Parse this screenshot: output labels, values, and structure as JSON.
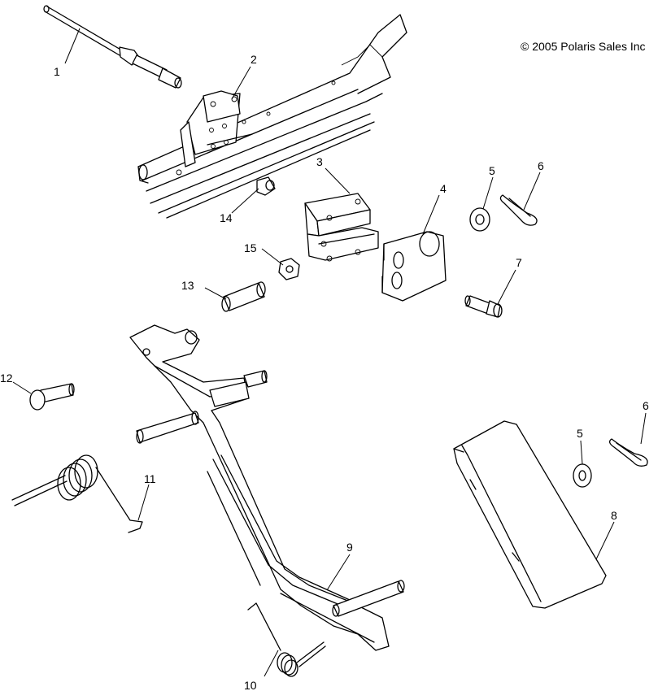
{
  "copyright": "© 2005 Polaris Sales Inc",
  "callouts": {
    "c1": "1",
    "c2": "2",
    "c3": "3",
    "c4": "4",
    "c5a": "5",
    "c5b": "5",
    "c6a": "6",
    "c6b": "6",
    "c7": "7",
    "c8": "8",
    "c9": "9",
    "c10": "10",
    "c11": "11",
    "c12": "12",
    "c13": "13",
    "c14": "14",
    "c15": "15"
  }
}
